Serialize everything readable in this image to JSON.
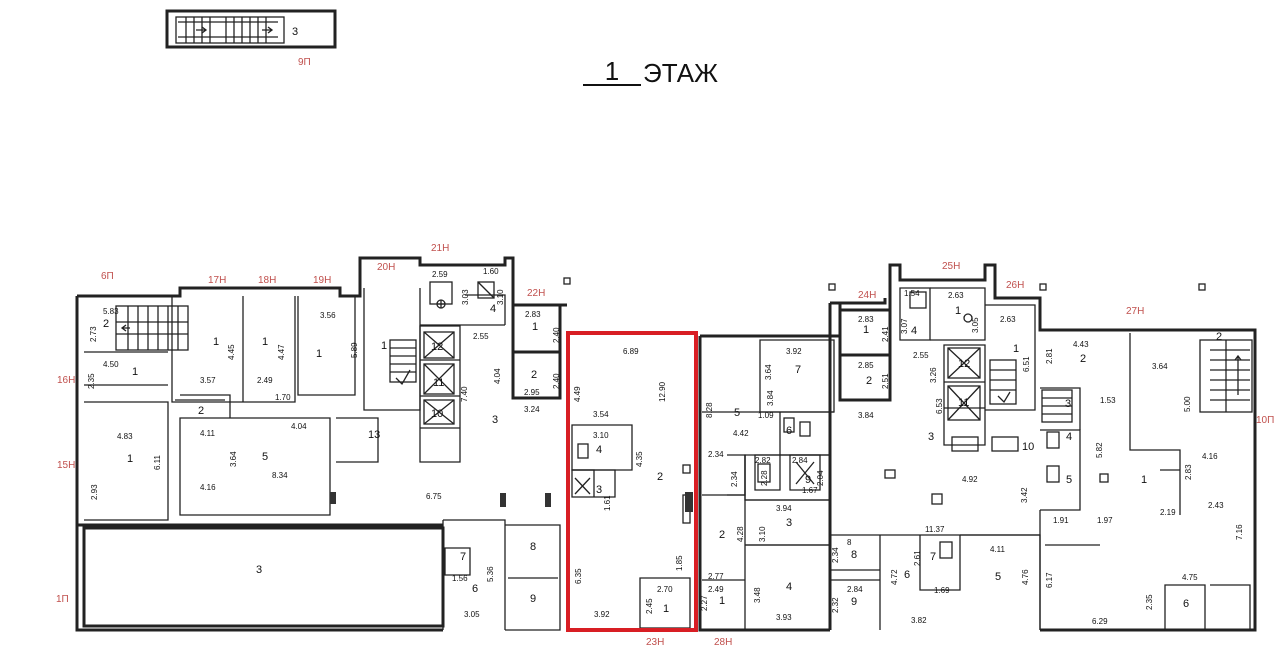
{
  "title": {
    "number": "1",
    "text": "ЭТАЖ"
  },
  "inset": {
    "room": "3",
    "axis": "9П"
  },
  "highlight_color": "#d81e24",
  "axis_color": "#c0504d",
  "axes": {
    "a6P": "6П",
    "a17N": "17Н",
    "a18N": "18Н",
    "a19N": "19Н",
    "a20N": "20Н",
    "a21N": "21Н",
    "a22N": "22Н",
    "a16N": "16Н",
    "a15N": "15Н",
    "a1P": "1П",
    "a23N": "23Н",
    "a28N": "28Н",
    "a24N": "24Н",
    "a25N": "25Н",
    "a26N": "26Н",
    "a27N": "27Н",
    "a10P": "10П"
  },
  "labels": {
    "l1": "5.83",
    "l2": "2",
    "l3": "2.73",
    "l4": "4.50",
    "l5": "1",
    "l6": "2.35",
    "l7": "1",
    "l8": "4.45",
    "l9": "3.57",
    "l10": "1",
    "l11": "4.47",
    "l12": "2.49",
    "l13": "3.56",
    "l14": "1",
    "l15": "5.89",
    "l16": "1.70",
    "l17": "2",
    "l18": "4.83",
    "l19": "1",
    "l20": "6.11",
    "l21": "2.93",
    "l22": "4.11",
    "l23": "3.64",
    "l24": "5",
    "l25": "4.04",
    "l26": "8.34",
    "l27": "4.16",
    "l28": "3",
    "l29": "1",
    "l30": "2.59",
    "l31": "1.60",
    "l32": "3.03",
    "l33": "3.10",
    "l34": "4",
    "l35": "12",
    "l36": "11",
    "l37": "10",
    "l38": "7.40",
    "l39": "4.04",
    "l40": "2.55",
    "l41": "13",
    "l42": "3",
    "l43": "6.75",
    "l44": "2.83",
    "l45": "1",
    "l46": "2.40",
    "l47": "2",
    "l48": "2.40",
    "l49": "2.95",
    "l50": "3.24",
    "l51": "8",
    "l52": "9",
    "l53": "7",
    "l54": "1.56",
    "l55": "6",
    "l56": "5.36",
    "l57": "3.05",
    "l58": "6.89",
    "l59": "4.49",
    "l60": "12.90",
    "l61": "3.54",
    "l62": "3.10",
    "l63": "4",
    "l64": "4.35",
    "l65": "2",
    "l66": "3",
    "l67": "1.61",
    "l68": "1.85",
    "l69": "6.35",
    "l70": "2.70",
    "l71": "2.45",
    "l72": "1",
    "l73": "3.92",
    "l74": "8.28",
    "l75": "5",
    "l76": "4.42",
    "l77": "3.84",
    "l78": "1.09",
    "l79": "6",
    "l80": "3.92",
    "l81": "3.64",
    "l82": "7",
    "l83": "2.34",
    "l84": "2.34",
    "l85": "2.82",
    "l86": "2.28",
    "l87": "2.84",
    "l88": "2.04",
    "l89": "9",
    "l90": "1.67",
    "l91": "3.94",
    "l92": "3",
    "l93": "3.10",
    "l94": "4.28",
    "l95": "2",
    "l96": "2.77",
    "l97": "2.49",
    "l98": "1",
    "l99": "2.27",
    "l100": "3.48",
    "l101": "4",
    "l102": "3.93",
    "l103": "2.83",
    "l104": "1",
    "l105": "2.41",
    "l106": "2.85",
    "l107": "2",
    "l108": "2.51",
    "l109": "3.84",
    "l110": "1.54",
    "l111": "3.07",
    "l112": "4",
    "l113": "2.63",
    "l114": "1",
    "l115": "3.05",
    "l116": "2.55",
    "l117": "3.26",
    "l118": "12",
    "l119": "11",
    "l120": "6.53",
    "l121": "3",
    "l122": "2.63",
    "l123": "1",
    "l124": "6.51",
    "l125": "10",
    "l126": "4.92",
    "l127": "3.42",
    "l128": "11.37",
    "l129": "2.34",
    "l130": "8",
    "l131": "2.84",
    "l132": "2.32",
    "l133": "9",
    "l134": "4.72",
    "l135": "2.61",
    "l136": "6",
    "l137": "7",
    "l138": "1.69",
    "l139": "4.11",
    "l140": "5",
    "l141": "4.76",
    "l142": "3.82",
    "l143": "2.81",
    "l144": "4.43",
    "l145": "2",
    "l146": "3.64",
    "l147": "5.00",
    "l148": "3",
    "l149": "1.53",
    "l150": "4",
    "l151": "5.82",
    "l152": "5",
    "l153": "1",
    "l154": "2.83",
    "l155": "4.16",
    "l156": "2.43",
    "l157": "1.91",
    "l158": "1.97",
    "l159": "2.19",
    "l160": "7.16",
    "l161": "6.17",
    "l162": "4.75",
    "l163": "2.35",
    "l164": "6",
    "l165": "6.29",
    "l166": "3",
    "l167": "2"
  }
}
